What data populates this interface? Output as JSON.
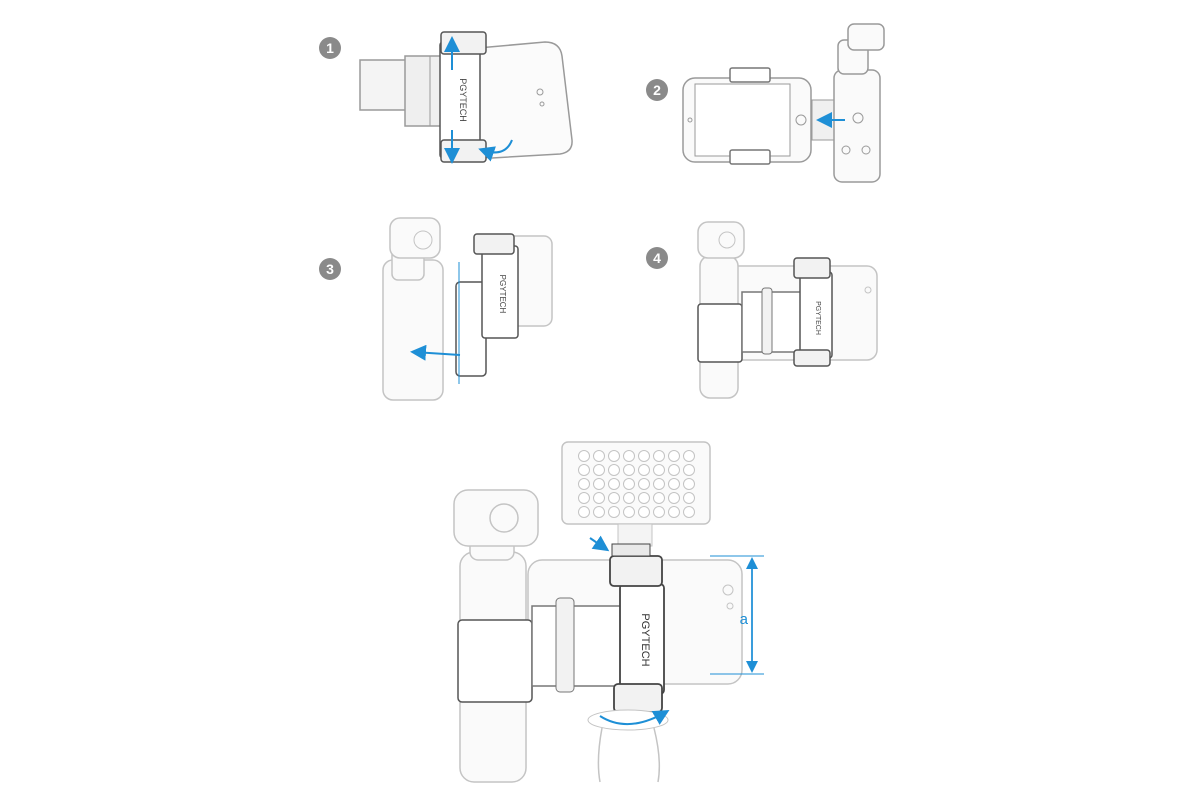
{
  "steps": [
    {
      "number": "1"
    },
    {
      "number": "2"
    },
    {
      "number": "3"
    },
    {
      "number": "4"
    }
  ],
  "brand_mark": "PGYTECH",
  "dimension_label": "a",
  "colors": {
    "line": "#9a9a9a",
    "line_light": "#c4c4c4",
    "dark": "#3a3a3a",
    "accent": "#1e8fd6",
    "badge": "#8a8a8a"
  }
}
